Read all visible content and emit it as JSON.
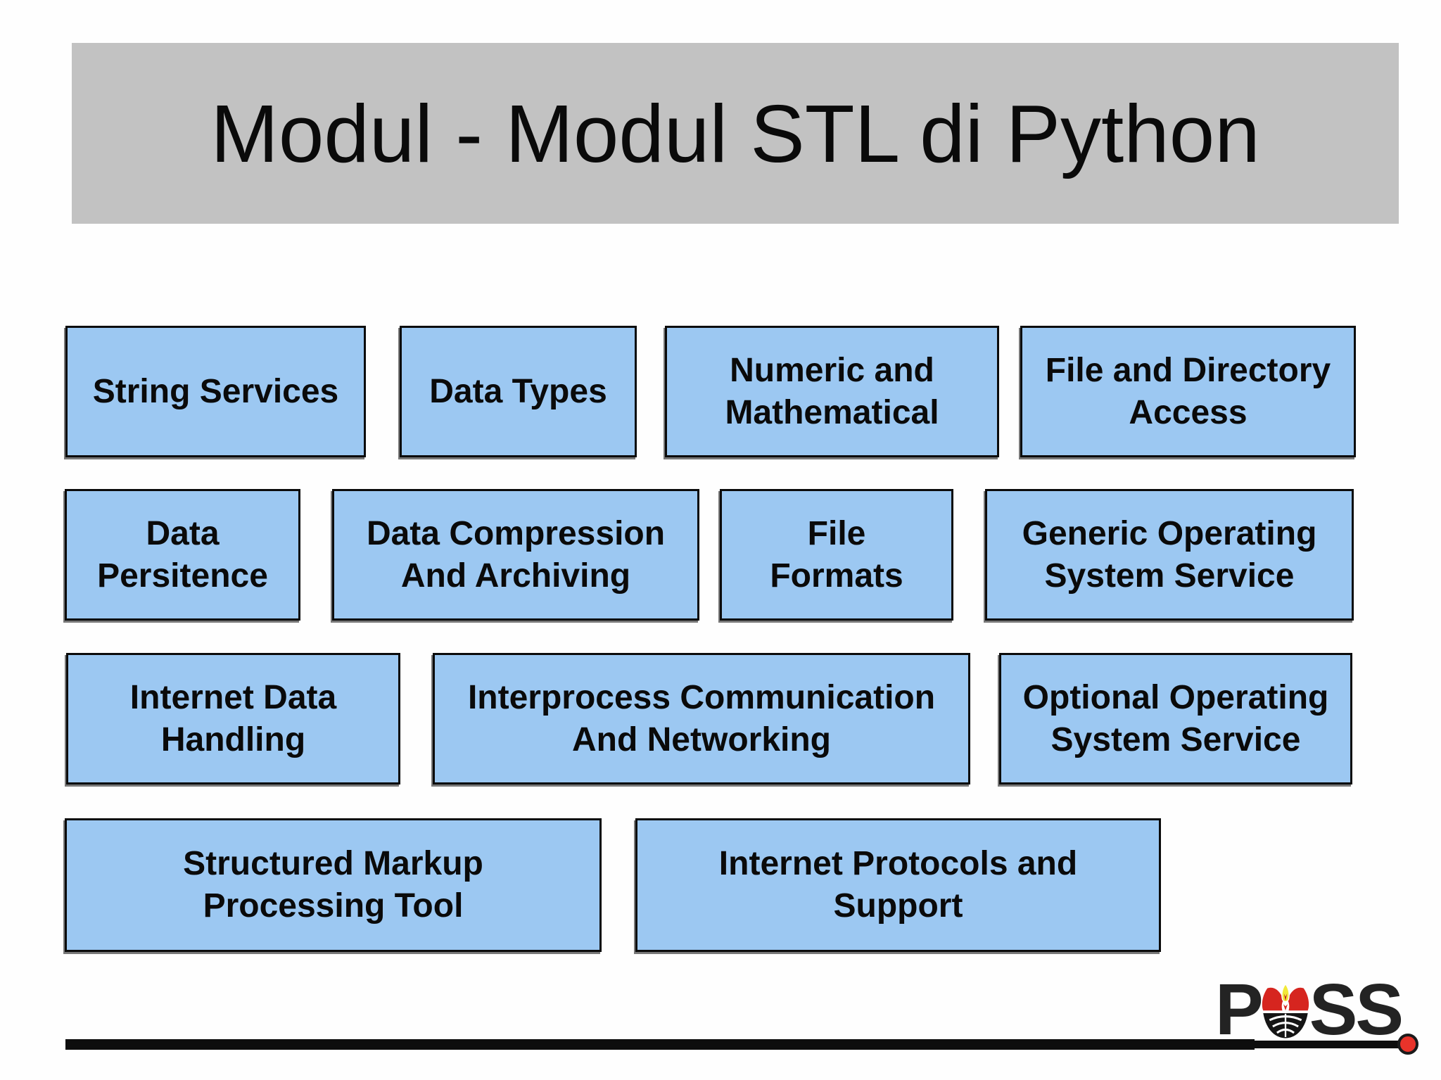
{
  "header": {
    "title": "Modul - Modul STL di Python"
  },
  "modules": {
    "rows": [
      {
        "boxes": [
          {
            "lines": [
              "String Services"
            ]
          },
          {
            "lines": [
              "Data Types"
            ]
          },
          {
            "lines": [
              "Numeric and",
              "Mathematical"
            ]
          },
          {
            "lines": [
              "File and Directory",
              "Access"
            ]
          }
        ]
      },
      {
        "boxes": [
          {
            "lines": [
              "Data",
              "Persitence"
            ]
          },
          {
            "lines": [
              "Data Compression",
              "And Archiving"
            ]
          },
          {
            "lines": [
              "File",
              "Formats"
            ]
          },
          {
            "lines": [
              "Generic Operating",
              "System Service"
            ]
          }
        ]
      },
      {
        "boxes": [
          {
            "lines": [
              "Internet Data",
              "Handling"
            ]
          },
          {
            "lines": [
              "Interprocess Communication",
              "And Networking"
            ]
          },
          {
            "lines": [
              "Optional Operating",
              "System Service"
            ]
          }
        ]
      },
      {
        "boxes": [
          {
            "lines": [
              "Structured Markup",
              "Processing Tool"
            ]
          },
          {
            "lines": [
              "Internet Protocols and",
              "Support"
            ]
          }
        ]
      }
    ]
  },
  "footer": {
    "logo_letter_p": "P",
    "logo_letters_ss": "SS",
    "logo_emblem": "upi-emblem-icon"
  },
  "colors": {
    "banner_bg": "#c2c2c2",
    "title_text": "#0a0a0a",
    "box_fill": "#9cc8f2",
    "box_border": "#0b0b0b",
    "box_text": "#0a0a0a",
    "divider_line": "#0d0d0d",
    "end_dot_red": "#e8332a",
    "emblem_red": "#d6251f",
    "emblem_yellow": "#f2e93a",
    "emblem_black": "#151515"
  }
}
